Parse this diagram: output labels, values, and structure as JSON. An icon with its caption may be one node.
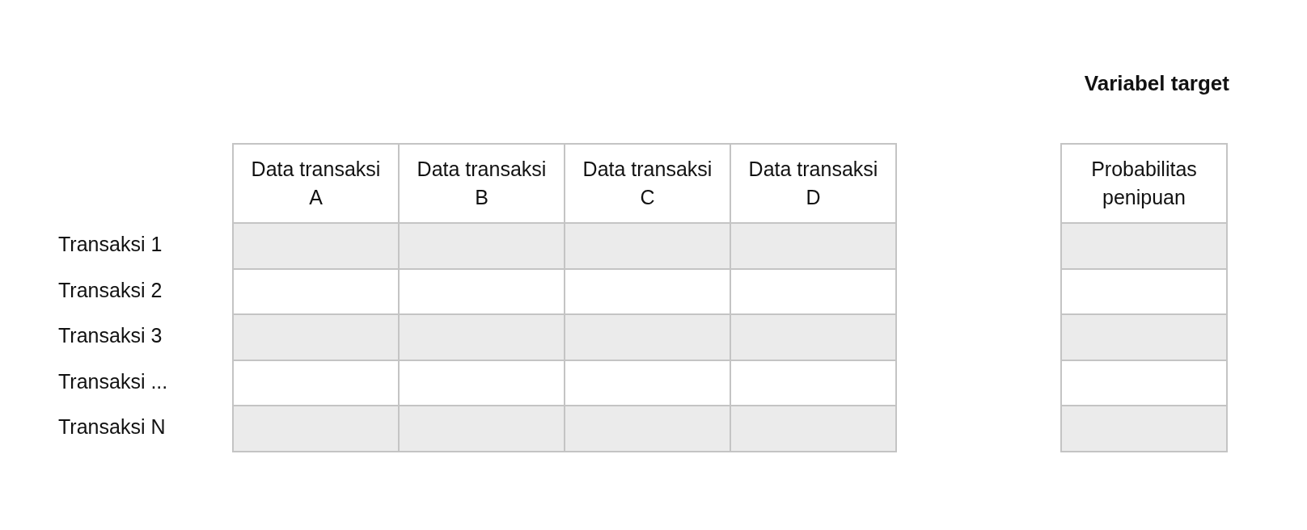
{
  "diagram": {
    "labels": [
      "Variabel target",
      "Data transaksi A",
      "Data transaksi B",
      "Data transaksi C",
      "Data transaksi D",
      "Probabilitas penipuan",
      "Transaksi 1",
      "Transaksi 2",
      "Transaksi 3",
      "Transaksi ...",
      "Transaksi N"
    ]
  }
}
